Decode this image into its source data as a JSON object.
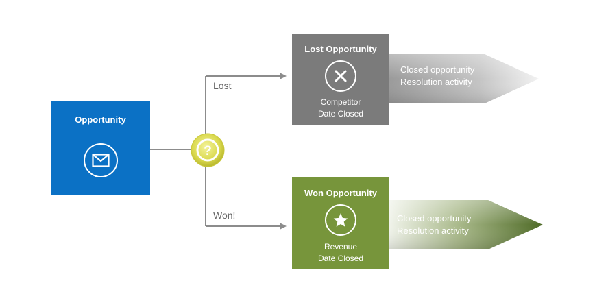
{
  "opportunity": {
    "title": "Opportunity",
    "icon": "envelope-icon",
    "color": "#0b71c5"
  },
  "decision": {
    "icon": "question-mark-icon",
    "color": "#e0df5a"
  },
  "branches": {
    "lost_label": "Lost",
    "won_label": "Won!"
  },
  "lost": {
    "title": "Lost Opportunity",
    "icon": "close-x-icon",
    "details": [
      "Competitor",
      "Date Closed"
    ],
    "color": "#7b7b7b",
    "outcome": [
      "Closed opportunity",
      "Resolution activity"
    ]
  },
  "won": {
    "title": "Won Opportunity",
    "icon": "star-icon",
    "details": [
      "Revenue",
      "Date Closed"
    ],
    "color": "#77953b",
    "outcome": [
      "Closed opportunity",
      "Resolution activity"
    ]
  }
}
